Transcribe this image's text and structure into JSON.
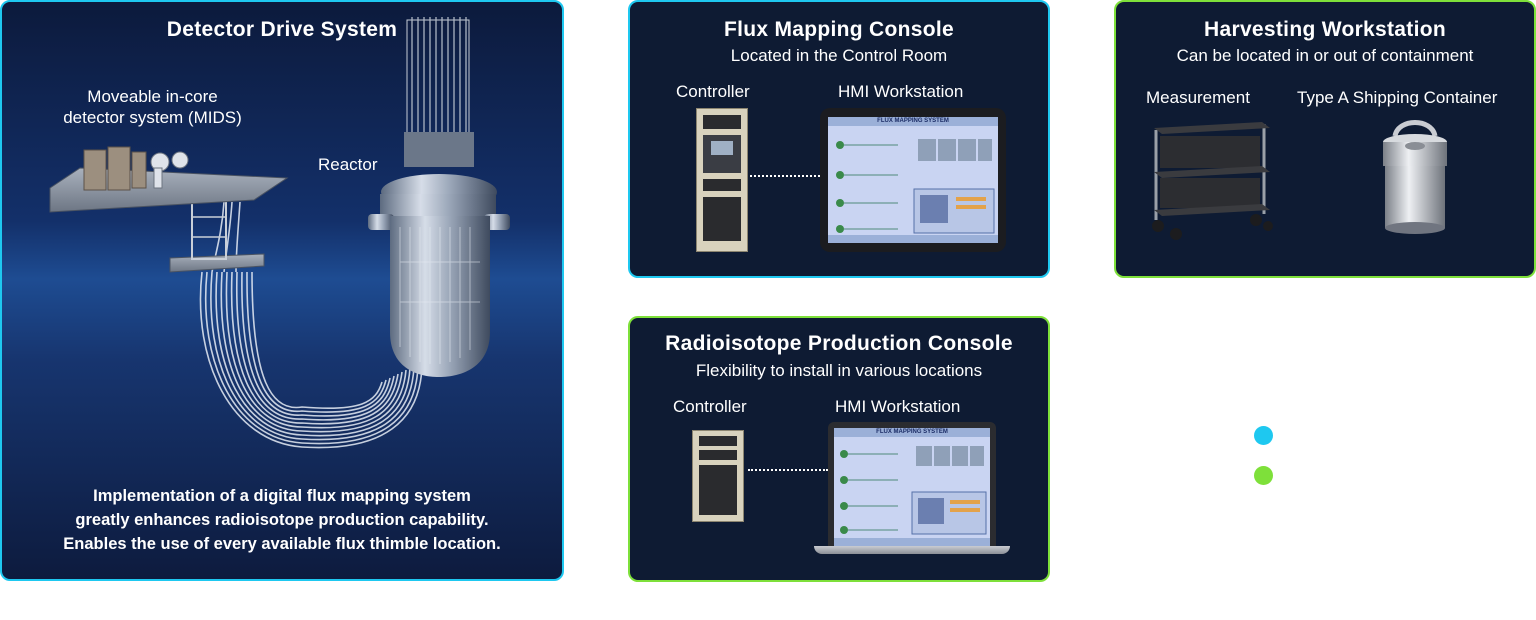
{
  "detector": {
    "title": "Detector Drive System",
    "midsLabel": "Moveable in-core detector system (MIDS)",
    "reactorLabel": "Reactor",
    "caption": [
      "Implementation of a digital flux mapping system",
      "greatly enhances radioisotope production capability.",
      "Enables the use of every available flux thimble location."
    ]
  },
  "fluxConsole": {
    "title": "Flux Mapping Console",
    "subtitle": "Located in the Control Room",
    "controllerLabel": "Controller",
    "hmiLabel": "HMI Workstation",
    "screenTitle": "FLUX MAPPING SYSTEM"
  },
  "harvesting": {
    "title": "Harvesting Workstation",
    "subtitle": "Can be located in or out of containment",
    "measurementLabel": "Measurement",
    "containerLabel": "Type A Shipping Container"
  },
  "radioConsole": {
    "title": "Radioisotope Production Console",
    "subtitle": "Flexibility to install in various locations",
    "controllerLabel": "Controller",
    "hmiLabel": "HMI Workstation",
    "screenTitle": "FLUX MAPPING SYSTEM"
  },
  "legend": {
    "cyanColor": "#1ec8f0",
    "greenColor": "#7ee03a"
  },
  "colors": {
    "panelBg": "#0e1b33",
    "cyanBorder": "#1ec8f0",
    "greenBorder": "#7ee03a"
  }
}
